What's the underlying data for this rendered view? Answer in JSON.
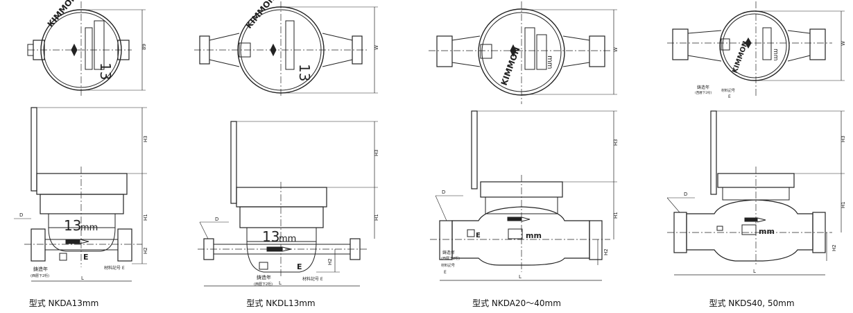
{
  "captions": [
    "型式 NKDA13mm",
    "型式 NKDL13mm",
    "型式 NKDA20〜40mm",
    "型式 NKDS40, 50mm"
  ],
  "brand": "KIMMON",
  "size_13": "13",
  "unit_mm": "mm",
  "dims": {
    "L": "L",
    "W": "W",
    "H1": "H1",
    "H2": "H2",
    "H3": "H3",
    "D": "D",
    "E": "E",
    "W_small": "89"
  },
  "labels": {
    "year": "鋳造年",
    "year_note": "(西暦下2桁)",
    "material": "材料記号 E",
    "material_short": "材料記号"
  }
}
